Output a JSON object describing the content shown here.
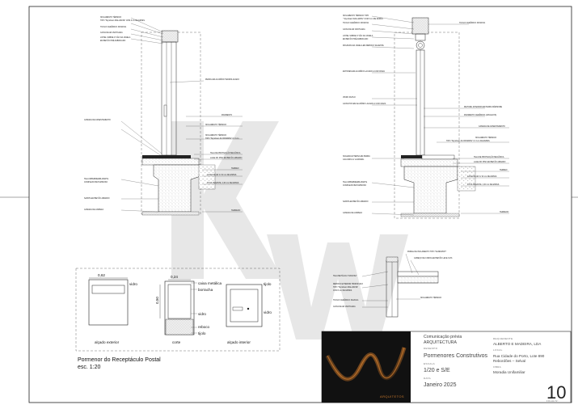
{
  "left_detail": {
    "labels": [
      "ISOLAMENTO TÉRMICO",
      "TIPO \"Styrofoam WALLMATE\" COM 3 cm DE ESPES.",
      "TIJOLO CERÂMICO 30X20X11",
      "CAIXA DE AR VENTILADA",
      "LINTEL SOBRE O VÃO DA JANELA",
      "EM BETÃO PRÉ-FABRICADO",
      "PERFIL EM ALUMÍNIO TERMOLACADO",
      "PAVIMENTO",
      "CAMADA DE ASSENTAMENTO",
      "ISOLAMENTO TÉRMICO",
      "TIPO \"Styrofoam FLOORMATE\" C/ 3 cm.",
      "TELA DE PROTECÇÃO MECÂNICA",
      "LAGE DO PISO EM BETÃO ARMADO",
      "TERREO",
      "CAIXA DE AR C/ 20 cm DE ESPES.",
      "TOUT-VENANTE, 0,30 cm DE ESPES.",
      "TELA IMPERMEABILIZANTE",
      "COMPLEXO BETUMINOSO",
      "SAPATA EM BETÃO ARMADO",
      "CAMADA DE LIMPEZA",
      "TERRENO"
    ]
  },
  "right_detail": {
    "labels": [
      "ISOLAMENTO TÉRMICO TIPO",
      "\" Styrofoam WALLMATE\" COM 3 cm DE ESPES.",
      "TIJOLO CERÂMICO 30X20X11",
      "TIJOLO CERÂMICO 30X20X11",
      "CAIXA DE AR VENTILADA",
      "LINTEL SOBRE O VÃO DA JANELA",
      "EM BETÃO PRÉ-FABRICADO",
      "MOLDURA DA JANELA EM REBOCO SALIENTE",
      "ESTORES EM ALUMÍNIO LACADO A COR CINZA",
      "VIDRO DUPLO",
      "CAIXILHOS EM ALUMÍNIO LACADO A COR CINZA",
      "PEITORIL INTERIOR EM PEDRA MÁRMORE",
      "PAVIMENTO CERÂMICO (AZULEJOS)",
      "CAMADA DE ASSENTAMENTO",
      "ISOLAMENTO TÉRMICO",
      "TIPO \"Styrofoam FLOORMATE\" C/ 3 cm DE ESPES.",
      "SOLEIRA EXTERNA EM PEDRA",
      "CALCÁRIA C/ LACRIMAL",
      "TELA DE PROTECÇÃO MECÂNICA",
      "LAGE DO PISO EM BETÃO ARMADO",
      "TERREO",
      "CAIXA DE AR C/ 20 cm DE ESPES.",
      "TOUT-VENANTE, 0,30 cm DE ESPES.",
      "TELA IMPERMEABILIZANTE",
      "COMPLEXO BETUMINOSO",
      "SAPATA EM BETÃO ARMADO",
      "CAMADA DE LIMPEZA",
      "TERRENO"
    ]
  },
  "roof_detail": {
    "labels": [
      "PAINEL DE ISOLAMENTO TIPO \"SANDWICH\"",
      "CABEÇO DE COROA EM BETÃO LEVE I=2%",
      "TELA METÁLICA \"DANOSA\"",
      "REBOCO EXTERIOR HIDROFUGO",
      "TIPO \"Styrofoam WALLMATE\"",
      "COM 3 cm DE ESPES.",
      "TIJOLO CERÂMICO 30x20x11",
      "CAIXA DE AR VENTILADA",
      "ISOLAMENTO TÉRMICO"
    ]
  },
  "postbox": {
    "title": "Pormenor do Receptáculo Postal",
    "scale": "esc. 1:20",
    "labels": {
      "vidro_1": "vidro",
      "caixa_metalica": "caixa metálica",
      "borracha": "borracha",
      "vidro_2": "vidro",
      "reboco": "reboco",
      "tijolo_1": "tijolo",
      "tijolo_2": "tijolo",
      "vidro_3": "vidro",
      "dim_1": "0,62",
      "dim_2": "0,24",
      "dim_3": "0,50"
    },
    "view_labels": [
      "alçado exterior",
      "corte",
      "alçado interior"
    ]
  },
  "title_block": {
    "project_line1": "Comunicação prévia",
    "project_line2": "ARQUITECTURA",
    "desenho_label": "DESENHO",
    "desenho_value": "Pormenores Construtivos",
    "escala_label": "ESCALA",
    "escala_value": "1/20 e S/E",
    "data_label": "DATA",
    "data_value": "Janeiro 2025",
    "requerente_label": "REQUERENTE",
    "requerente_value": "ALBERTO E MADEIRA, LDA",
    "local_label": "LOCAL",
    "local_value": "Rua Cidade do Porto, Lote 890",
    "local_value2": "Rebordões – Selval",
    "obra_label": "OBRA",
    "obra_value": "Moradia Unifamiliar",
    "sheet_number": "10",
    "folha_label": "FOLHA Nº",
    "logo_caption": "ARQUITETOS"
  },
  "colors": {
    "watermark": "#d9d9d9",
    "logo_bg": "#111111",
    "logo_orange": "#c8782c"
  }
}
